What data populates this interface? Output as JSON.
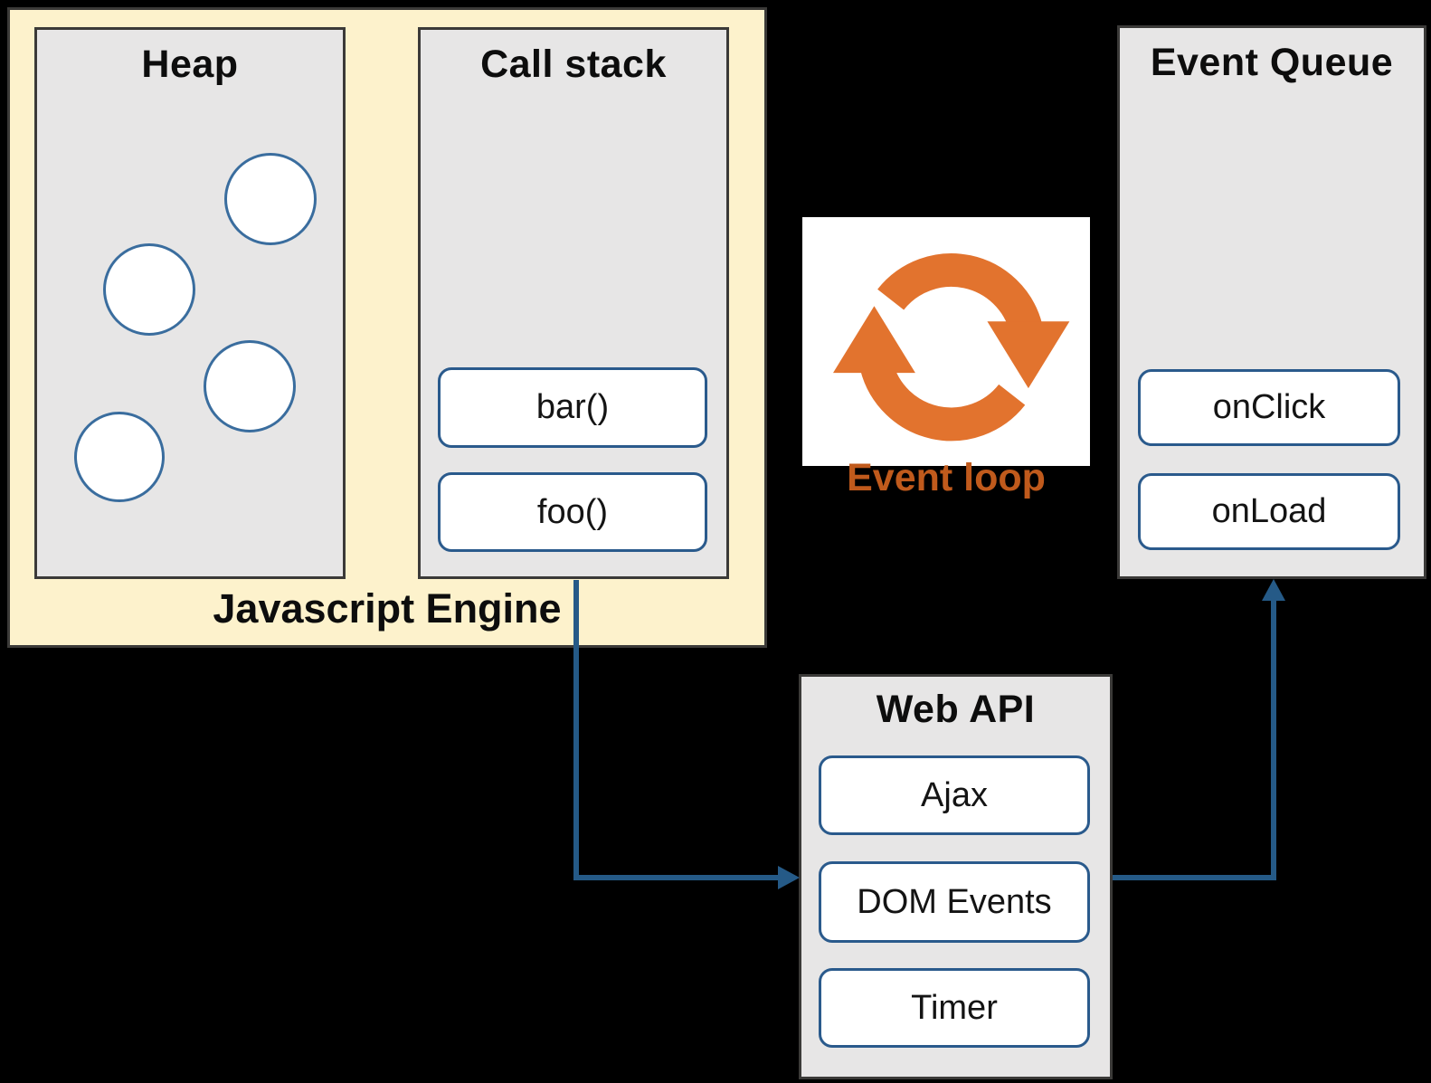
{
  "colors": {
    "background": "#000000",
    "engine_yellow": "#fdf2cc",
    "panel_gray": "#e7e6e6",
    "panel_border": "#3b3a38",
    "item_border": "#2a5a8c",
    "circle_border": "#3a6d9e",
    "arrow_blue": "#255a87",
    "icon_orange": "#e2732e",
    "loop_label_orange": "#c05a1c",
    "text_black": "#0d0d0d"
  },
  "js_engine": {
    "label": "Javascript Engine",
    "heap": {
      "title": "Heap",
      "circle_count": 4
    },
    "call_stack": {
      "title": "Call stack",
      "frames": [
        "bar()",
        "foo()"
      ]
    }
  },
  "event_loop": {
    "label": "Event loop",
    "icon": "sync-arrows-icon"
  },
  "event_queue": {
    "title": "Event Queue",
    "items": [
      "onClick",
      "onLoad"
    ]
  },
  "web_api": {
    "title": "Web API",
    "items": [
      "Ajax",
      "DOM Events",
      "Timer"
    ]
  }
}
